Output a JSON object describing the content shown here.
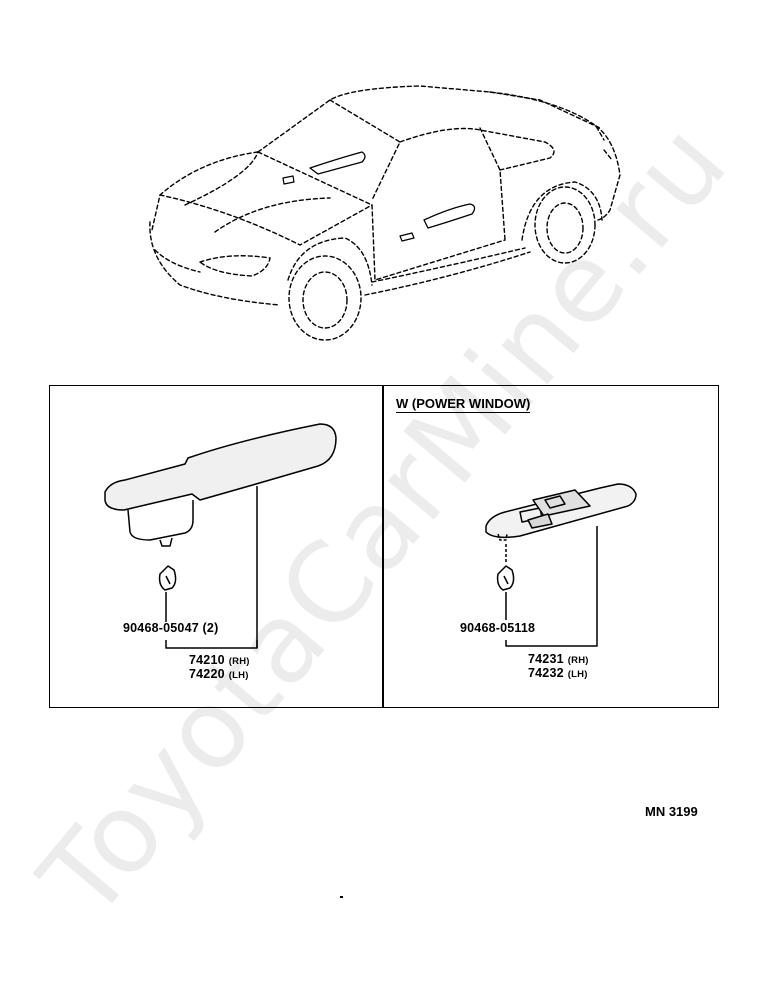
{
  "watermark": "ToyotaCarMine.ru",
  "left_panel": {
    "clip_part": "90468-05047 (2)",
    "part_rh": "74210",
    "part_lh": "74220",
    "rh": "(RH)",
    "lh": "(LH)"
  },
  "right_panel": {
    "variant": "W (POWER WINDOW)",
    "clip_part": "90468-05118",
    "part_rh": "74231",
    "part_lh": "74232",
    "rh": "(RH)",
    "lh": "(LH)"
  },
  "sheet_id": "MN 3199"
}
